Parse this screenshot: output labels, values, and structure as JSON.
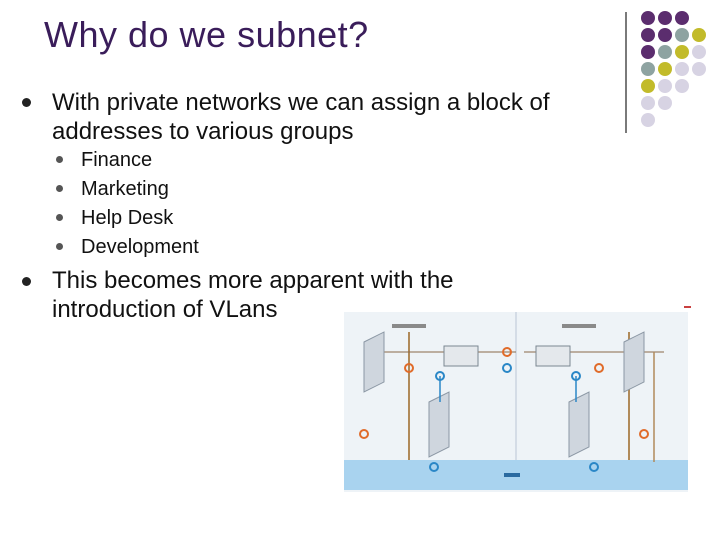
{
  "slide": {
    "title": "Why do we subnet?",
    "bullets": [
      {
        "text_line1": "With private networks we can assign a block of",
        "text_line2": "addresses to various groups",
        "sub": [
          "Finance",
          "Marketing",
          "Help Desk",
          "Development"
        ]
      },
      {
        "text_line1": "This becomes more apparent with the",
        "text_line2": "introduction of VLans"
      }
    ]
  },
  "decor": {
    "colors": {
      "purple": "#5b2d6e",
      "teal": "#8ea3a1",
      "olive": "#c2bb2a",
      "lavender": "#d7d3e3"
    },
    "dot_grid": [
      [
        "purple",
        "purple",
        "purple",
        ""
      ],
      [
        "purple",
        "purple",
        "teal",
        "olive"
      ],
      [
        "purple",
        "teal",
        "olive",
        "lavender"
      ],
      [
        "teal",
        "olive",
        "lavender",
        "lavender"
      ],
      [
        "olive",
        "lavender",
        "lavender",
        ""
      ],
      [
        "lavender",
        "lavender",
        "",
        ""
      ],
      [
        "lavender",
        "",
        "",
        ""
      ]
    ]
  },
  "diagram": {
    "icon": "network-diagram-image",
    "colors": {
      "bg": "#eef3f7",
      "bus": "#a9d3ef",
      "node": "#e06b2a",
      "link": "#2a87c7"
    }
  }
}
